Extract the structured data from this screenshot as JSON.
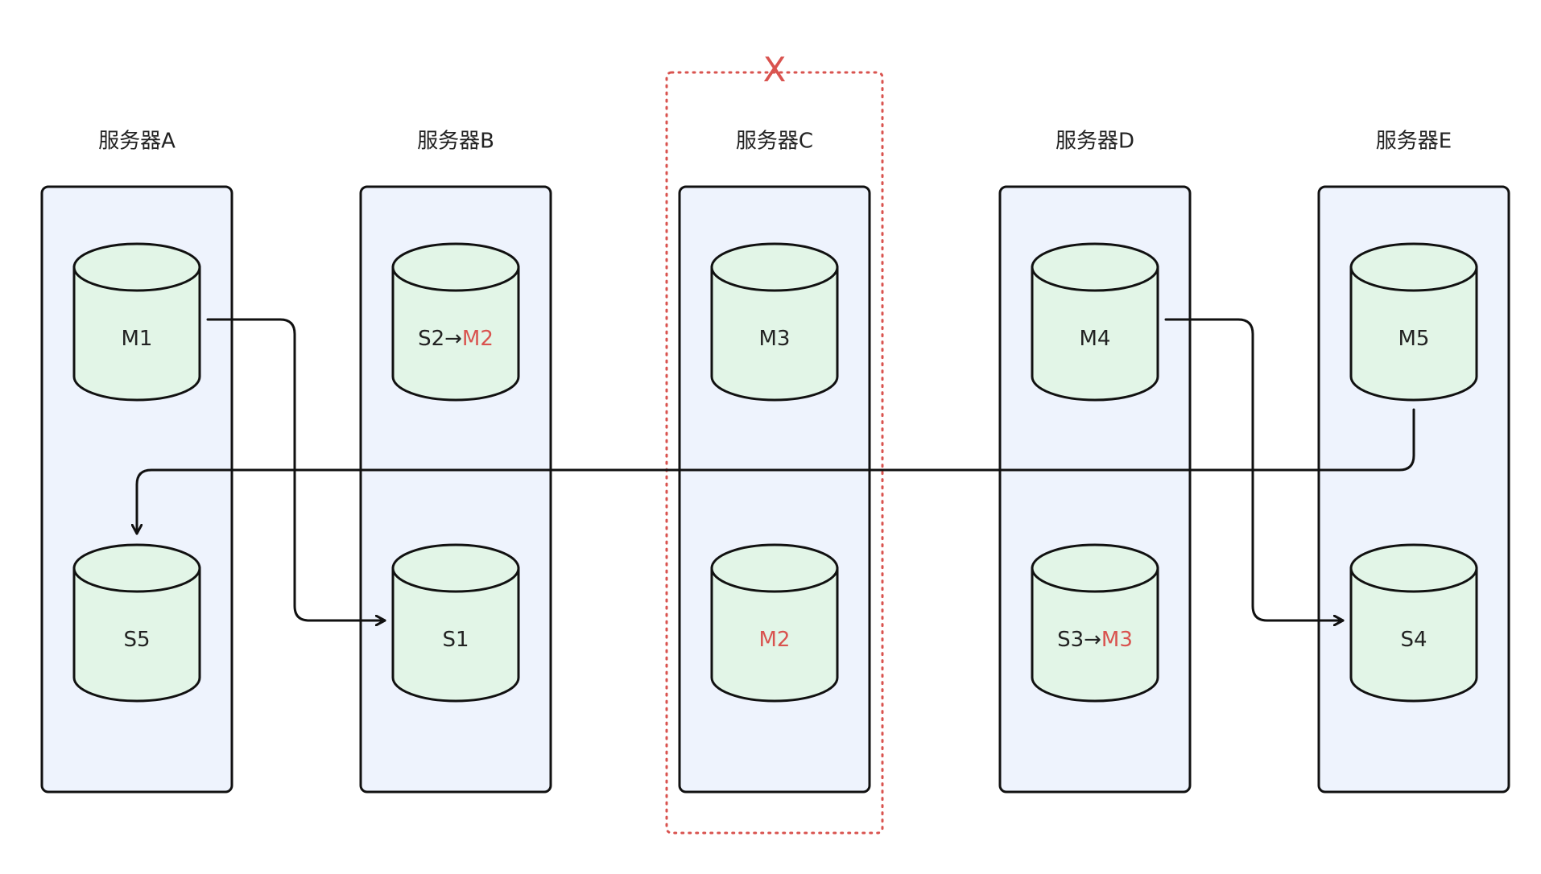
{
  "servers": [
    {
      "id": "A",
      "label": "服务器A",
      "failed": false,
      "slots": [
        {
          "parts": [
            {
              "text": "M1",
              "highlight": false
            }
          ]
        },
        {
          "parts": [
            {
              "text": "S5",
              "highlight": false
            }
          ]
        }
      ]
    },
    {
      "id": "B",
      "label": "服务器B",
      "failed": false,
      "slots": [
        {
          "parts": [
            {
              "text": "S2→",
              "highlight": false
            },
            {
              "text": "M2",
              "highlight": true
            }
          ]
        },
        {
          "parts": [
            {
              "text": "S1",
              "highlight": false
            }
          ]
        }
      ]
    },
    {
      "id": "C",
      "label": "服务器C",
      "failed": true,
      "slots": [
        {
          "parts": [
            {
              "text": "M3",
              "highlight": false
            }
          ]
        },
        {
          "parts": [
            {
              "text": "M2",
              "highlight": true
            }
          ]
        }
      ]
    },
    {
      "id": "D",
      "label": "服务器D",
      "failed": false,
      "slots": [
        {
          "parts": [
            {
              "text": "M4",
              "highlight": false
            }
          ]
        },
        {
          "parts": [
            {
              "text": "S3→",
              "highlight": false
            },
            {
              "text": "M3",
              "highlight": true
            }
          ]
        }
      ]
    },
    {
      "id": "E",
      "label": "服务器E",
      "failed": false,
      "slots": [
        {
          "parts": [
            {
              "text": "M5",
              "highlight": false
            }
          ]
        },
        {
          "parts": [
            {
              "text": "S4",
              "highlight": false
            }
          ]
        }
      ]
    }
  ],
  "failure_mark": "X",
  "replication_links": [
    {
      "from": "M1",
      "to": "S1"
    },
    {
      "from": "M4",
      "to": "S4"
    },
    {
      "from": "M5",
      "to": "S5"
    }
  ],
  "colors": {
    "server_fill": "#eef3fd",
    "server_stroke": "#111111",
    "db_fill": "#e2f5e7",
    "db_stroke": "#111111",
    "highlight_text": "#d9534f",
    "failure_border": "#d9534f",
    "text": "#222222",
    "arrow": "#111111"
  }
}
